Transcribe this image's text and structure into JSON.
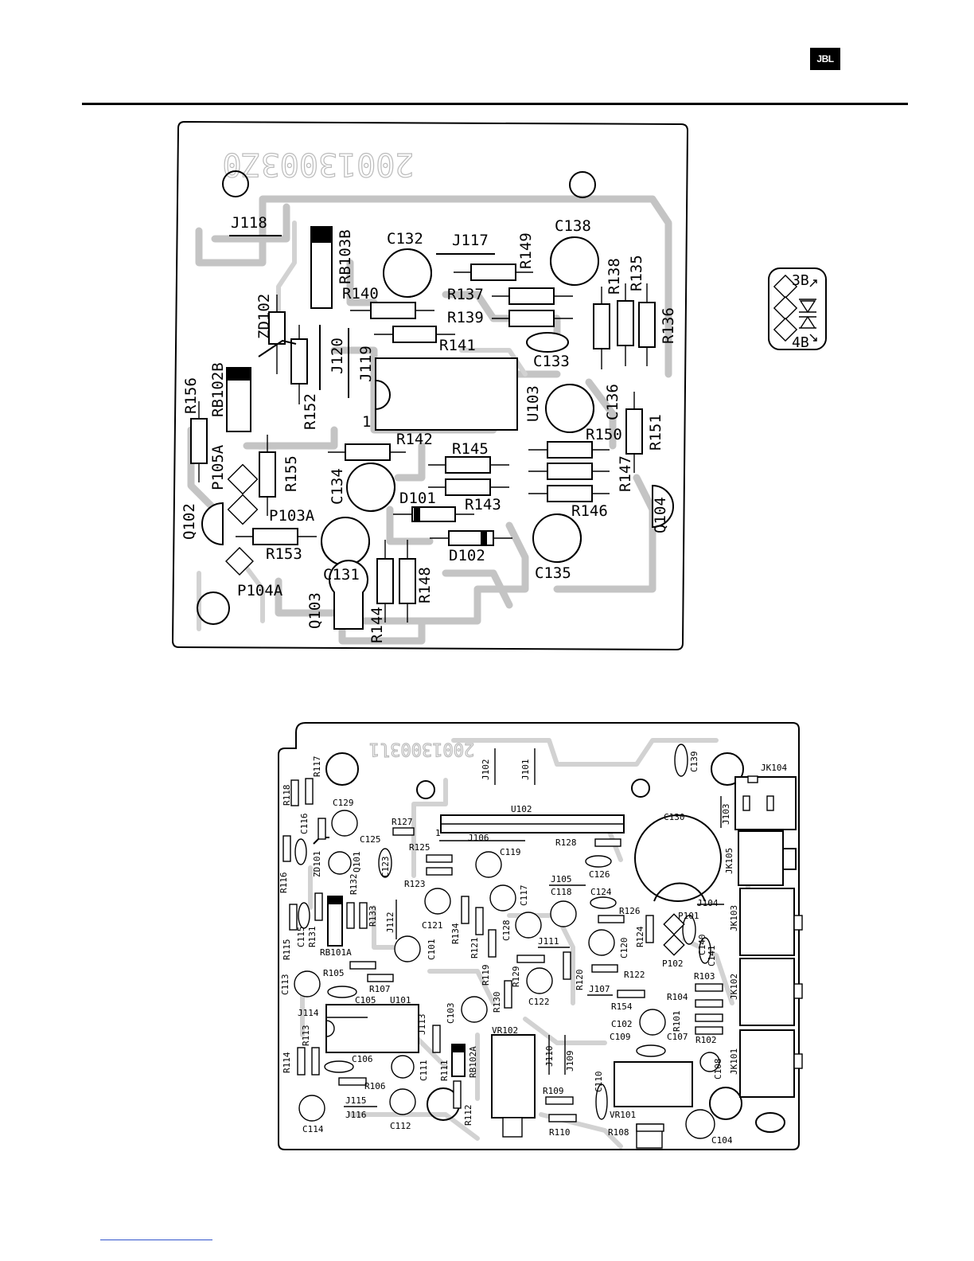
{
  "header": {
    "logo_text": "JBL"
  },
  "board_top": {
    "serial": "20013003Z0",
    "labels": {
      "j118": "J118",
      "rb103b": "RB103B",
      "c132": "C132",
      "j117": "J117",
      "r149": "R149",
      "c138": "C138",
      "r140": "R140",
      "r137": "R137",
      "r138": "R138",
      "r135": "R135",
      "r139": "R139",
      "r136": "R136",
      "zd102": "ZD102",
      "r141": "R141",
      "c133": "C133",
      "j120": "J120",
      "j119": "J119",
      "rb102b": "RB102B",
      "r156": "R156",
      "r152": "R152",
      "pin1": "1",
      "u103": "U103",
      "c136": "C136",
      "r150": "R150",
      "r151": "R151",
      "r142": "R142",
      "r145": "R145",
      "p105a": "P105A",
      "r155": "R155",
      "c134": "C134",
      "r147": "R147",
      "d101": "D101",
      "r143": "R143",
      "r146": "R146",
      "q102": "Q102",
      "p103a": "P103A",
      "q104": "Q104",
      "r153": "R153",
      "d102": "D102",
      "c131": "C131",
      "r148": "R148",
      "c135": "C135",
      "p104a": "P104A",
      "q103": "Q103",
      "r144": "R144"
    }
  },
  "led_legend": {
    "top": "3B",
    "bottom": "4B"
  },
  "board_bottom": {
    "serial": "20013003l1",
    "labels": {
      "r117": "R117",
      "r118": "R118",
      "c129": "C129",
      "j102": "J102",
      "j101": "J101",
      "c139": "C139",
      "jk104": "JK104",
      "u102": "U102",
      "c116": "C116",
      "r127": "R127",
      "pin1": "1",
      "c130": "C130",
      "j103": "J103",
      "c125": "C125",
      "j106": "J106",
      "r128": "R128",
      "zd101": "ZD101",
      "q101": "Q101",
      "r125": "R125",
      "c119": "C119",
      "jk105": "JK105",
      "r116": "R116",
      "c123": "C123",
      "c126": "C126",
      "r123": "R123",
      "r132": "R132",
      "j105": "J105",
      "c117": "C117",
      "c118": "C118",
      "c124": "C124",
      "j104": "J104",
      "r126": "R126",
      "jk103": "JK103",
      "r115": "R115",
      "c115": "C115",
      "r131": "R131",
      "r133": "R133",
      "j112": "J112",
      "c121": "C121",
      "r134": "R134",
      "c128": "C128",
      "p101": "P101",
      "r124": "R124",
      "c140": "C140",
      "c120": "C120",
      "rb101a": "RB101A",
      "r121": "R121",
      "j111": "J111",
      "c101": "C101",
      "c141": "C141",
      "p102": "P102",
      "r105": "R105",
      "r119": "R119",
      "r129": "R129",
      "r120": "R120",
      "r122": "R122",
      "jk102": "JK102",
      "c113": "C113",
      "r107": "R107",
      "r103": "R103",
      "c105": "C105",
      "u101": "U101",
      "c122": "C122",
      "j107": "J107",
      "r104": "R104",
      "c103": "C103",
      "r130": "R130",
      "r154": "R154",
      "j114": "J114",
      "j113": "J113",
      "r101": "R101",
      "c102": "C102",
      "r113": "R113",
      "vr102": "VR102",
      "c109": "C109",
      "c107": "C107",
      "r102": "R102",
      "r114": "R114",
      "c106": "C106",
      "c111": "C111",
      "r111": "R111",
      "rb102a": "RB102A",
      "j110": "J110",
      "j109": "J109",
      "c110": "C110",
      "c108": "C108",
      "jk101": "JK101",
      "r106": "R106",
      "r109": "R109",
      "j115": "J115",
      "vr101": "VR101",
      "j116": "J116",
      "r112": "R112",
      "c114": "C114",
      "c112": "C112",
      "r110": "R110",
      "r108": "R108",
      "c104": "C104"
    }
  }
}
